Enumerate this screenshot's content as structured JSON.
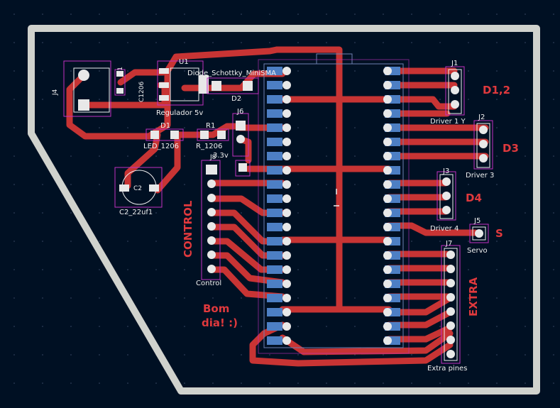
{
  "colors": {
    "background": "#001023",
    "edge_cuts": "#d0d2cd",
    "copper": "#c83434",
    "copper_pad": "#e8e8e8",
    "blue_pad": "#4d7fc4",
    "courtyard": "#c231c2",
    "silk": "#f0f0f0",
    "board_label": "#e0393d"
  },
  "labels": {
    "regulator_ref": "U1",
    "regulator_value": "Regulador 5v",
    "diode_value": "Diode_Schottky_MiniSMA",
    "diode_ref": "D2",
    "j4_ref": "J4",
    "c1_ref": "C1",
    "c1_value": "C1206",
    "led_ref": "D1",
    "led_value": "LED_1206",
    "r1_ref": "R1",
    "r1_value": "R_1206",
    "j6_ref": "J6",
    "j6_value": "3.3v",
    "c2_ref": "C2",
    "c2_value": "C2_22uf1",
    "j8_ref": "J8",
    "j8_value": "Control",
    "j1_ref": "J1",
    "j1_value": "Driver 1 Y",
    "j2_ref": "J2",
    "j2_value": "Driver 3",
    "j3_ref": "J3",
    "j3_value": "Driver 4",
    "j5_ref": "J5",
    "j5_value": "Servo",
    "j7_ref": "J7",
    "j7_value": "Extra pines"
  },
  "board_text": {
    "d12": "D1,2",
    "d3": "D3",
    "d4": "D4",
    "s": "S",
    "control": "CONTROL",
    "extra": "EXTRA",
    "greeting_line1": "Bom",
    "greeting_line2": "dia! :)"
  }
}
